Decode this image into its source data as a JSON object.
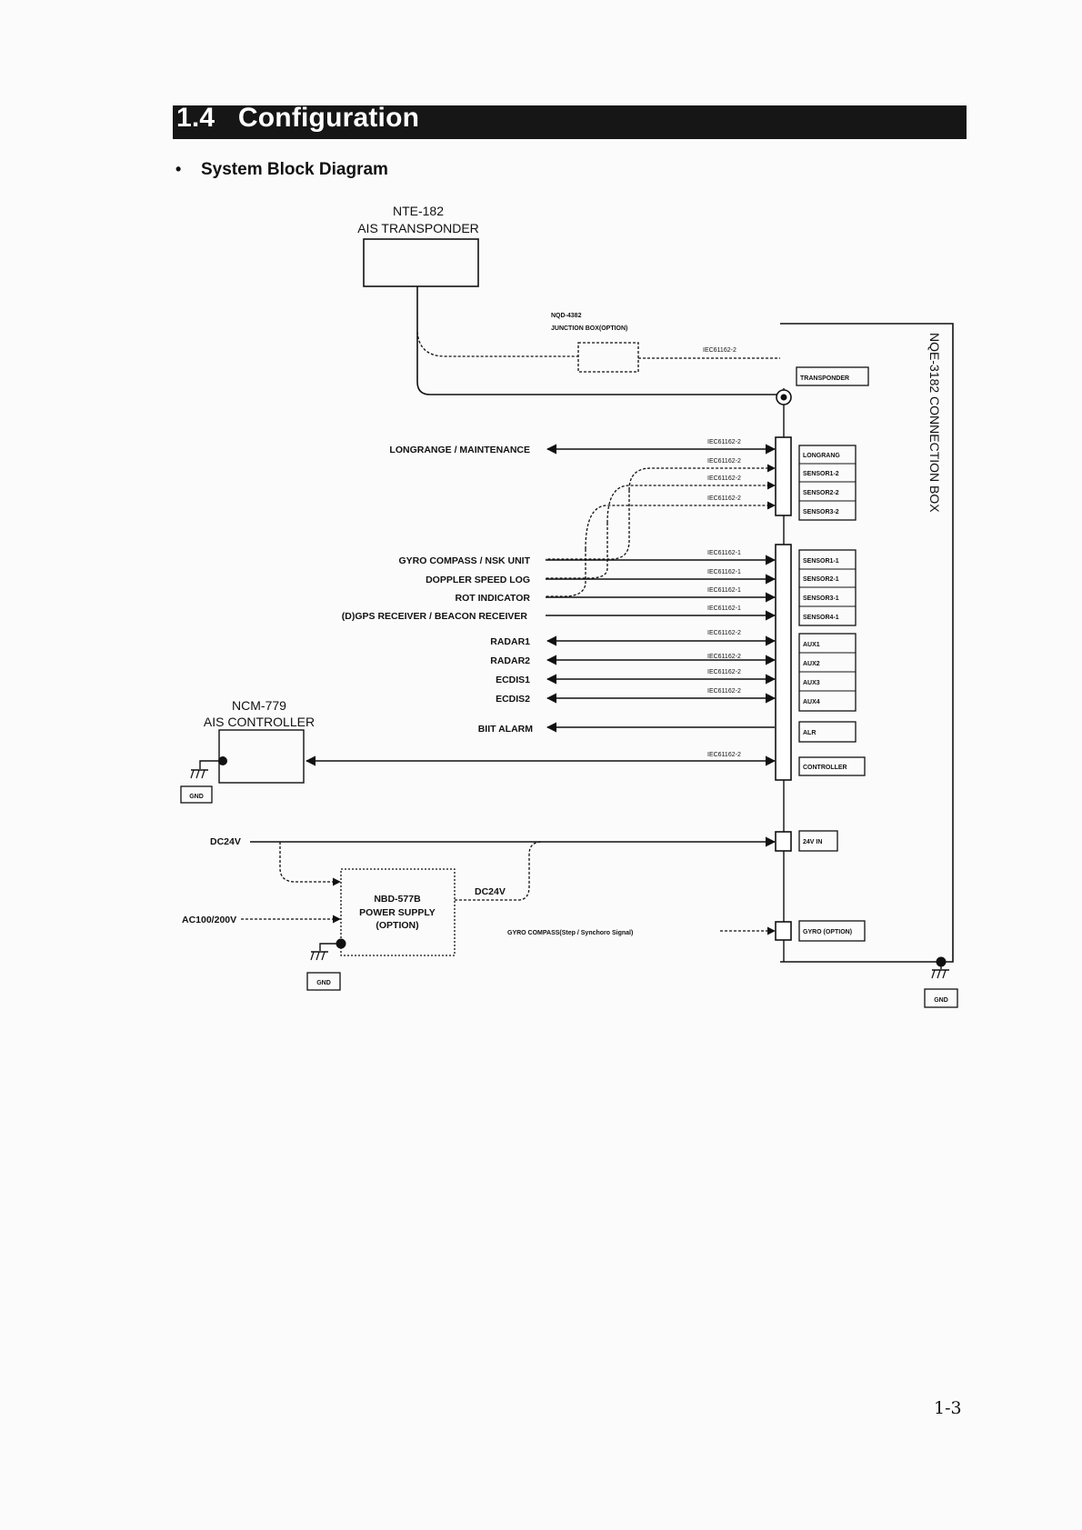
{
  "header": {
    "number": "1.4",
    "title": "Configuration"
  },
  "section": {
    "bullet": "•",
    "title": "System Block Diagram"
  },
  "transponder": {
    "model": "NTE-182",
    "name": "AIS TRANSPONDER"
  },
  "junction_box": {
    "model": "NQD-4382",
    "name": "JUNCTION BOX(OPTION)",
    "link_label": "IEC61162-2"
  },
  "connection_box": {
    "name": "NQE-3182 CONNECTION BOX",
    "ports": {
      "transponder": "TRANSPONDER",
      "longrang": "LONGRANG",
      "sensor1_2": "SENSOR1-2",
      "sensor2_2": "SENSOR2-2",
      "sensor3_2": "SENSOR3-2",
      "sensor1_1": "SENSOR1-1",
      "sensor2_1": "SENSOR2-1",
      "sensor3_1": "SENSOR3-1",
      "sensor4_1": "SENSOR4-1",
      "aux1": "AUX1",
      "aux2": "AUX2",
      "aux3": "AUX3",
      "aux4": "AUX4",
      "alr": "ALR",
      "controller": "CONTROLLER",
      "power_in": "24V IN",
      "gyro": "GYRO (OPTION)"
    }
  },
  "external": {
    "longrange": "LONGRANGE / MAINTENANCE",
    "gyro": "GYRO COMPASS / NSK UNIT",
    "doppler": "DOPPLER SPEED LOG",
    "rot": "ROT INDICATOR",
    "gps": "(D)GPS RECEIVER / BEACON RECEIVER",
    "radar1": "RADAR1",
    "radar2": "RADAR2",
    "ecdis1": "ECDIS1",
    "ecdis2": "ECDIS2",
    "bit_alarm": "BIIT ALARM"
  },
  "line_labels": {
    "l1": "IEC61162-2",
    "l2": "IEC61162-2",
    "l3": "IEC61162-2",
    "l4": "IEC61162-2",
    "s1": "IEC61162-1",
    "s2": "IEC61162-1",
    "s3": "IEC61162-1",
    "s4": "IEC61162-1",
    "a1": "IEC61162-2",
    "a2": "IEC61162-2",
    "a3": "IEC61162-2",
    "a4": "IEC61162-2",
    "ctrl": "IEC61162-2"
  },
  "controller": {
    "model": "NCM-779",
    "name": "AIS CONTROLLER"
  },
  "power": {
    "dc_in": "DC24V",
    "ac_in": "AC100/200V",
    "supply_model": "NBD-577B",
    "supply_name": "POWER SUPPLY",
    "supply_option": "(OPTION)",
    "dc_out": "DC24V"
  },
  "gyro_signal": "GYRO COMPASS(Step / Synchoro Signal)",
  "gnd_label": "GND",
  "page_number": "1-3"
}
